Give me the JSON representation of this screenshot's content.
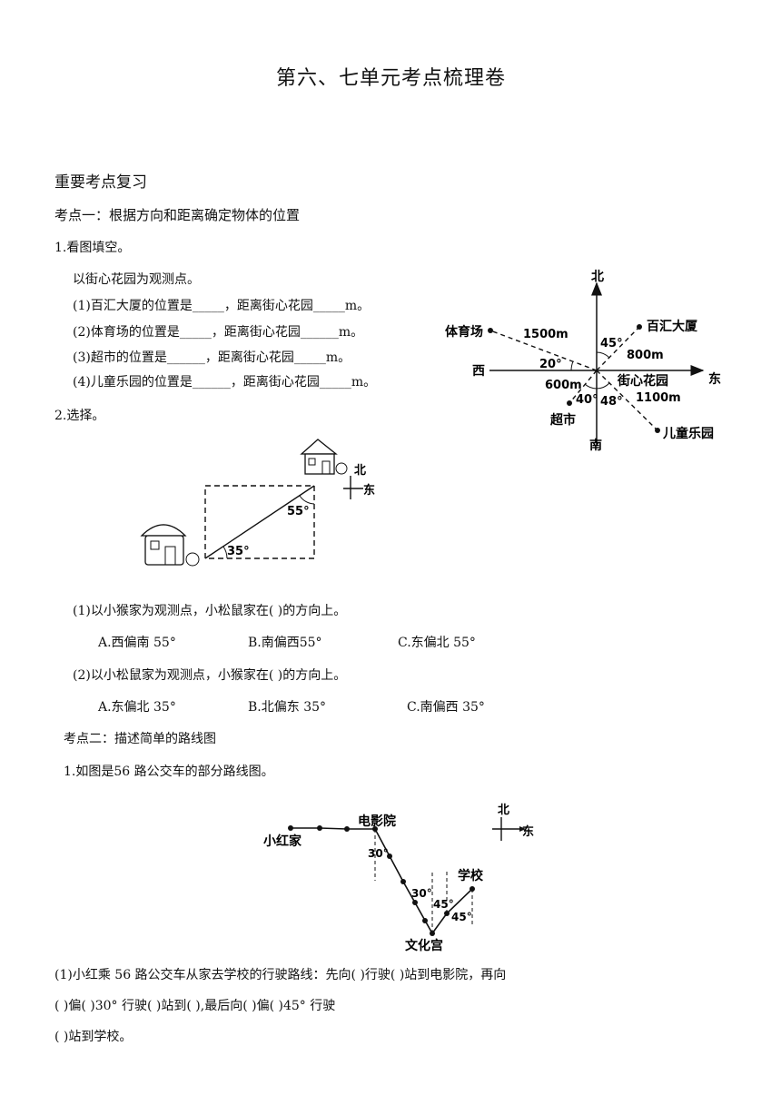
{
  "title": "第六、七单元考点梳理卷",
  "section_heading": "重要考点复习",
  "point1": {
    "heading": "考点一：根据方向和距离确定物体的位置",
    "q1": {
      "stem": "1.看图填空。",
      "intro": "以街心花园为观测点。",
      "items": [
        "(1)百汇大厦的位置是_____，距离街心花园_____m。",
        "(2)体育场的位置是_____，距离街心花园______m。",
        "(3)超市的位置是______，距离街心花园_____m。",
        "(4)儿童乐园的位置是______，距离街心花园_____m。"
      ],
      "figure": {
        "north": "北",
        "south": "南",
        "west": "西",
        "east": "东",
        "center": "街心花园",
        "baihui": "百汇大厦",
        "stadium": "体育场",
        "market": "超市",
        "park": "儿童乐园",
        "d_stadium": "1500m",
        "d_baihui": "800m",
        "d_market": "600m",
        "d_park": "1100m",
        "a_45": "45°",
        "a_20": "20°",
        "a_40": "40°",
        "a_48": "48°"
      }
    },
    "q2": {
      "stem": "2.选择。",
      "figure": {
        "north": "北",
        "east": "东",
        "a55": "55°",
        "a35": "35°"
      },
      "sub1": {
        "question": "(1)以小猴家为观测点，小松鼠家在(         )的方向上。",
        "options": [
          "A.西偏南 55°",
          "B.南偏西55°",
          "C.东偏北 55°"
        ]
      },
      "sub2": {
        "question": "(2)以小松鼠家为观测点，小猴家在(         )的方向上。",
        "options": [
          "A.东偏北 35°",
          "B.北偏东 35°",
          "C.南偏西 35°"
        ]
      }
    }
  },
  "point2": {
    "heading": "考点二：描述简单的路线图",
    "q1": {
      "stem": "1.如图是56 路公交车的部分路线图。",
      "figure": {
        "home": "小红家",
        "cinema": "电影院",
        "palace": "文化宫",
        "school": "学校",
        "north": "北",
        "east": "东",
        "a30a": "30°",
        "a30b": "30°",
        "a45a": "45°",
        "a45b": "45°"
      },
      "text_lines": [
        "(1)小红乘 56 路公交车从家去学校的行驶路线：先向(         )行驶(         )站到电影院，再向",
        "(         )偏(         )30° 行驶(         )站到(         ),最后向(         )偏(         )45° 行驶",
        "(         )站到学校。"
      ]
    }
  }
}
